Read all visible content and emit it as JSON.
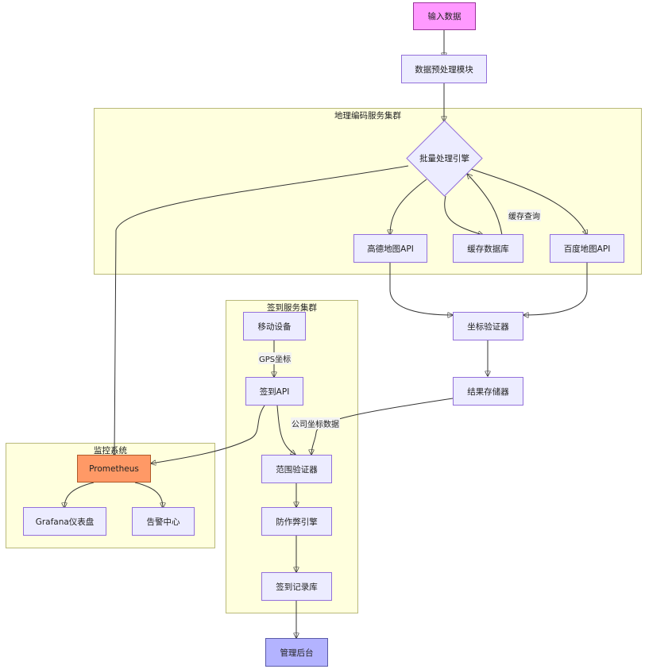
{
  "clusters": {
    "geocoding": "地理编码服务集群",
    "checkin": "签到服务集群",
    "monitoring": "监控系统"
  },
  "nodes": {
    "input_data": "输入数据",
    "preprocess": "数据预处理模块",
    "batch_engine": "批量处理引擎",
    "amap_api": "高德地图API",
    "cache_db": "缓存数据库",
    "baidu_api": "百度地图API",
    "coord_validator": "坐标验证器",
    "result_store": "结果存储器",
    "mobile_device": "移动设备",
    "checkin_api": "签到API",
    "range_validator": "范围验证器",
    "anti_cheat": "防作弊引擎",
    "checkin_db": "签到记录库",
    "admin": "管理后台",
    "prometheus": "Prometheus",
    "grafana": "Grafana仪表盘",
    "alert_center": "告警中心"
  },
  "edge_labels": {
    "cache_query": "缓存查询",
    "gps_coord": "GPS坐标",
    "company_coord": "公司坐标数据"
  },
  "colors": {
    "cluster_fill": "#ffffde",
    "node_fill": "#ececff",
    "node_border": "#9370db",
    "input_fill": "#ff99ff",
    "admin_fill": "#b3b3ff",
    "prometheus_fill": "#ff9966"
  }
}
